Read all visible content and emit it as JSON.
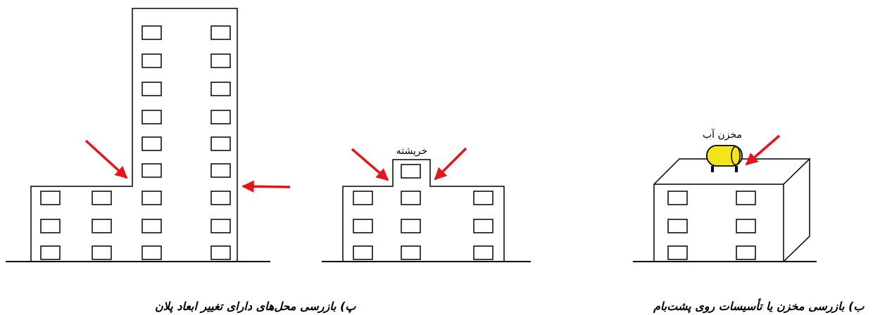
{
  "figure": {
    "caption_p": "پ) بازرسی محل‌های دارای تغییر ابعاد پلان",
    "caption_b": "ب) بازرسی مخزن یا تأسیسات روی پشت‌بام",
    "label_penthouse": "خرپشته",
    "label_water_tank": "مخزن آب"
  },
  "colors": {
    "arrow": "#e8141b",
    "line": "#000000",
    "tank_fill": "#f2e51a",
    "background": "#ffffff"
  },
  "icons": {
    "arrow": "red-arrow-icon",
    "window": "window-icon",
    "tank": "water-tank-icon"
  }
}
